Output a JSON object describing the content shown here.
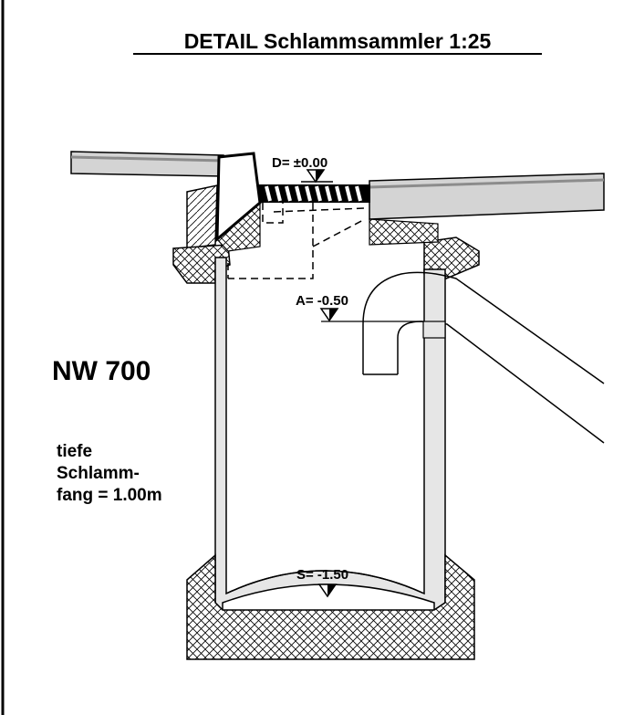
{
  "title": "DETAIL Schlammsammler 1:25",
  "labels": {
    "nominal_width": "NW 700",
    "depth_note": [
      "tiefe",
      "Schlamm-",
      "fang = 1.00m"
    ],
    "level_d": "D= ±0.00",
    "level_a": "A= -0.50",
    "level_s": "S= -1.50"
  },
  "colors": {
    "line": "#000000",
    "pipe_fill": "#e6e6e6",
    "road_fill": "#d4d4d4",
    "road_stripe": "#8c8c8c",
    "background": "#ffffff"
  }
}
